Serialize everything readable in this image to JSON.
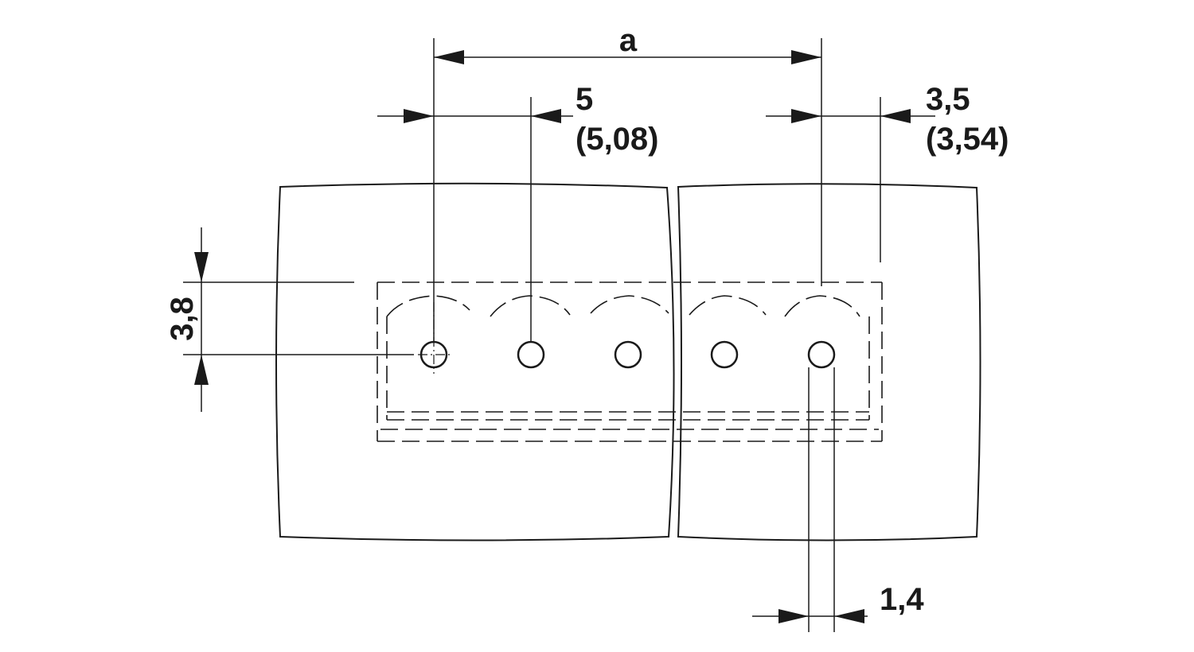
{
  "drawing": {
    "labels": {
      "overall": "a",
      "pitch": "5",
      "pitch_alt": "(5,08)",
      "edge": "3,5",
      "edge_alt": "(3,54)",
      "height": "3,8",
      "hole": "1,4"
    },
    "hole_count": 5,
    "board_panels": 2,
    "line_color": "#1a1a1a",
    "background_color": "#ffffff"
  }
}
